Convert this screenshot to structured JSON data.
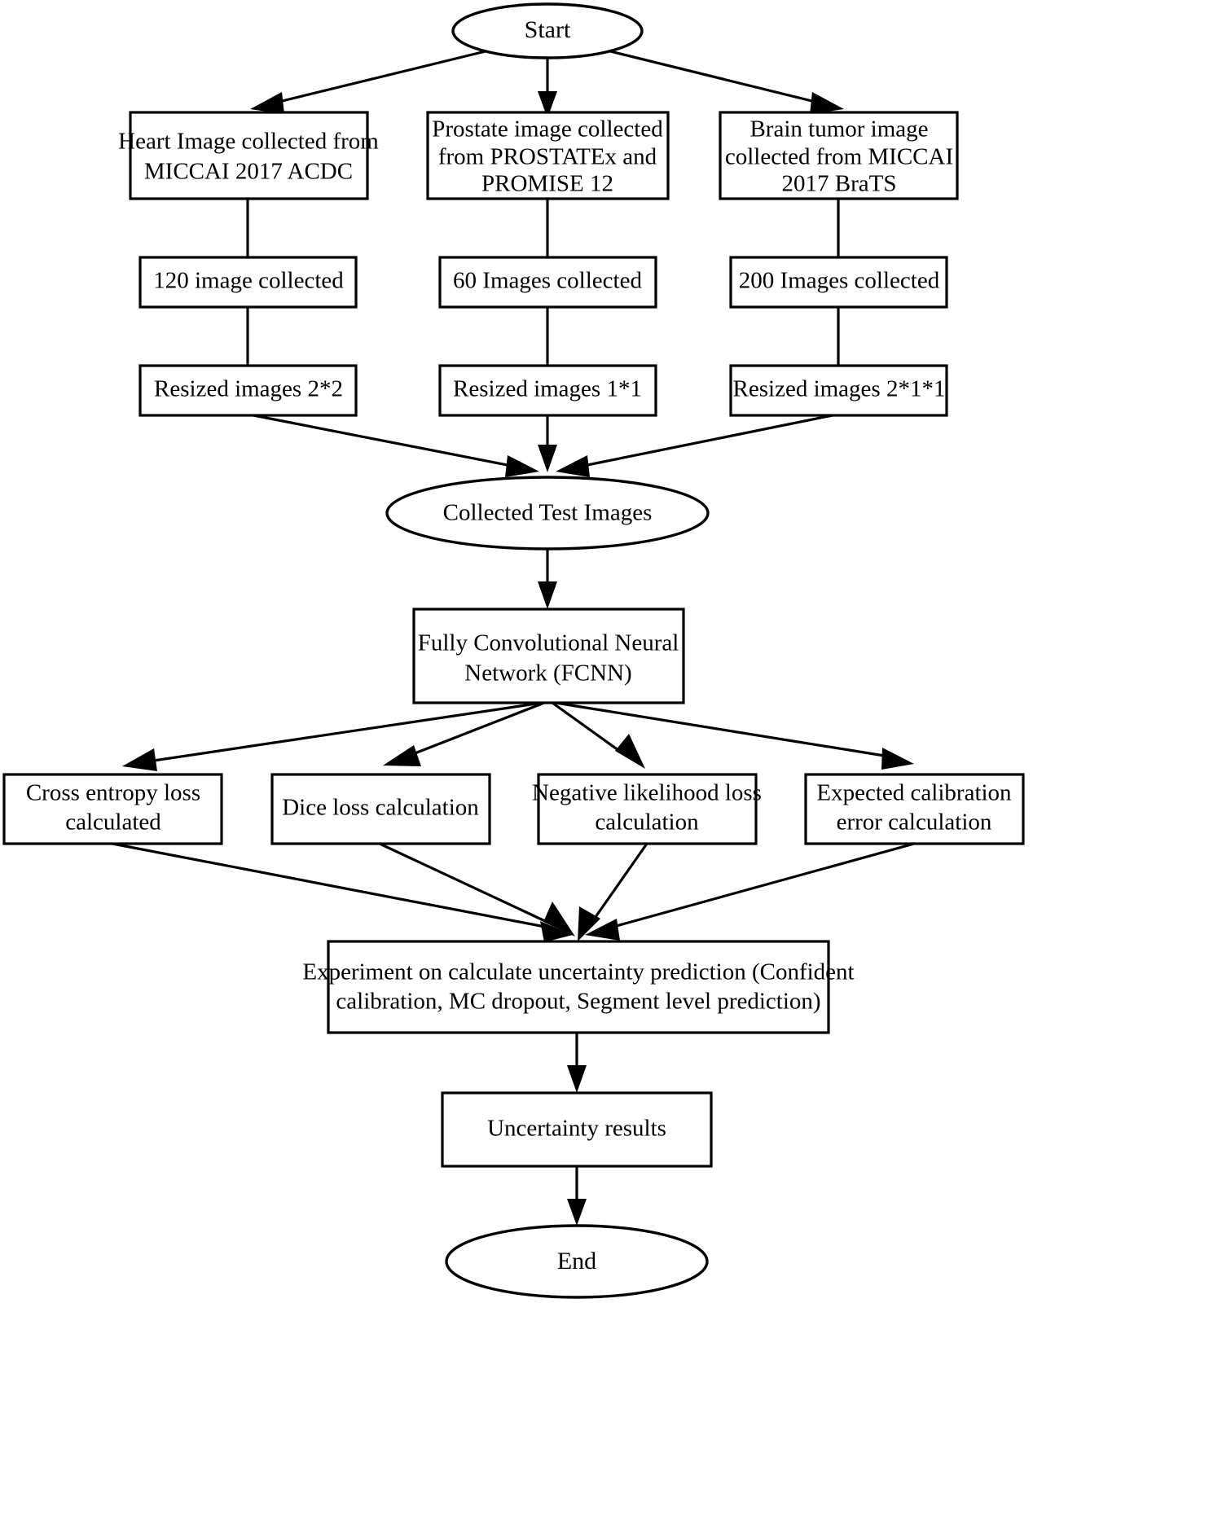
{
  "diagram": {
    "title": "Medical image uncertainty estimation flowchart",
    "colors": {
      "background": "#ffffff",
      "stroke": "#000000",
      "fill": "#ffffff"
    },
    "nodes": {
      "start": {
        "label": "Start",
        "shape": "ellipse"
      },
      "heart_source": {
        "line1": "Heart Image collected from",
        "line2": "MICCAI 2017 ACDC",
        "shape": "rect"
      },
      "prostate_source": {
        "line1": "Prostate image collected",
        "line2": "from PROSTATEx and",
        "line3": "PROMISE 12",
        "shape": "rect"
      },
      "brain_source": {
        "line1": "Brain tumor image",
        "line2": "collected from MICCAI",
        "line3": "2017 BraTS",
        "shape": "rect"
      },
      "heart_count": {
        "label": "120 image collected",
        "shape": "rect"
      },
      "prostate_count": {
        "label": "60 Images collected",
        "shape": "rect"
      },
      "brain_count": {
        "label": "200 Images collected",
        "shape": "rect"
      },
      "heart_resize": {
        "label": "Resized images 2*2",
        "shape": "rect"
      },
      "prostate_resize": {
        "label": "Resized images 1*1",
        "shape": "rect"
      },
      "brain_resize": {
        "label": "Resized images 2*1*1",
        "shape": "rect"
      },
      "collected_test": {
        "label": "Collected Test Images",
        "shape": "ellipse"
      },
      "fcnn": {
        "line1": "Fully Convolutional Neural",
        "line2": "Network (FCNN)",
        "shape": "rect"
      },
      "cross_entropy": {
        "line1": "Cross entropy loss",
        "line2": "calculated",
        "shape": "rect"
      },
      "dice_loss": {
        "label": "Dice loss calculation",
        "shape": "rect"
      },
      "neg_likelihood": {
        "line1": "Negative likelihood  loss",
        "line2": "calculation",
        "shape": "rect"
      },
      "expected_calibration": {
        "line1": "Expected calibration",
        "line2": "error calculation",
        "shape": "rect"
      },
      "experiment": {
        "line1": "Experiment on calculate uncertainty prediction (Confident",
        "line2": "calibration, MC dropout, Segment level prediction)",
        "shape": "rect"
      },
      "uncertainty_results": {
        "label": "Uncertainty results",
        "shape": "rect"
      },
      "end": {
        "label": "End",
        "shape": "ellipse"
      }
    },
    "edges": [
      {
        "from": "start",
        "to": "heart_source"
      },
      {
        "from": "start",
        "to": "prostate_source"
      },
      {
        "from": "start",
        "to": "brain_source"
      },
      {
        "from": "heart_source",
        "to": "heart_count"
      },
      {
        "from": "prostate_source",
        "to": "prostate_count"
      },
      {
        "from": "brain_source",
        "to": "brain_count"
      },
      {
        "from": "heart_count",
        "to": "heart_resize"
      },
      {
        "from": "prostate_count",
        "to": "prostate_resize"
      },
      {
        "from": "brain_count",
        "to": "brain_resize"
      },
      {
        "from": "heart_resize",
        "to": "collected_test"
      },
      {
        "from": "prostate_resize",
        "to": "collected_test"
      },
      {
        "from": "brain_resize",
        "to": "collected_test"
      },
      {
        "from": "collected_test",
        "to": "fcnn"
      },
      {
        "from": "fcnn",
        "to": "cross_entropy"
      },
      {
        "from": "fcnn",
        "to": "dice_loss"
      },
      {
        "from": "fcnn",
        "to": "neg_likelihood"
      },
      {
        "from": "fcnn",
        "to": "expected_calibration"
      },
      {
        "from": "cross_entropy",
        "to": "experiment"
      },
      {
        "from": "dice_loss",
        "to": "experiment"
      },
      {
        "from": "neg_likelihood",
        "to": "experiment"
      },
      {
        "from": "expected_calibration",
        "to": "experiment"
      },
      {
        "from": "experiment",
        "to": "uncertainty_results"
      },
      {
        "from": "uncertainty_results",
        "to": "end"
      }
    ]
  }
}
